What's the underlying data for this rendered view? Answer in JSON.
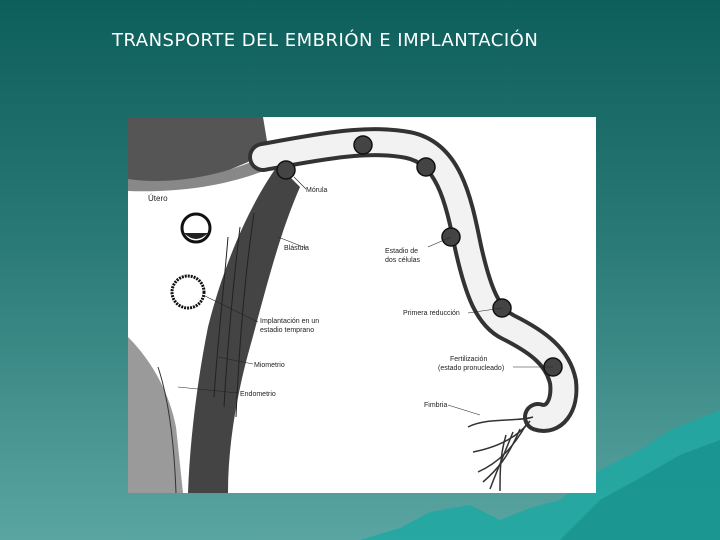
{
  "slide": {
    "title": "TRANSPORTE DEL EMBRIÓN E IMPLANTACIÓN"
  },
  "colors": {
    "background_top": "#0d5f5c",
    "background_bottom": "#5aa5a2",
    "mountain": "#1fa8a2",
    "title_text": "#ffffff"
  },
  "diagram": {
    "labels": {
      "utero": "Útero",
      "morula": "Mórula",
      "blastula": "Blástula",
      "estadio_dos_celulas_1": "Estadio de",
      "estadio_dos_celulas_2": "dos células",
      "implantacion_1": "Implantación en un",
      "implantacion_2": "estadio temprano",
      "primera_reduccion": "Primera reducción",
      "miometrio": "Miometrio",
      "fertilizacion_1": "Fertilización",
      "fertilizacion_2": "(estado pronucleado)",
      "endometrio": "Endometrio",
      "fimbria": "Fimbria"
    }
  }
}
